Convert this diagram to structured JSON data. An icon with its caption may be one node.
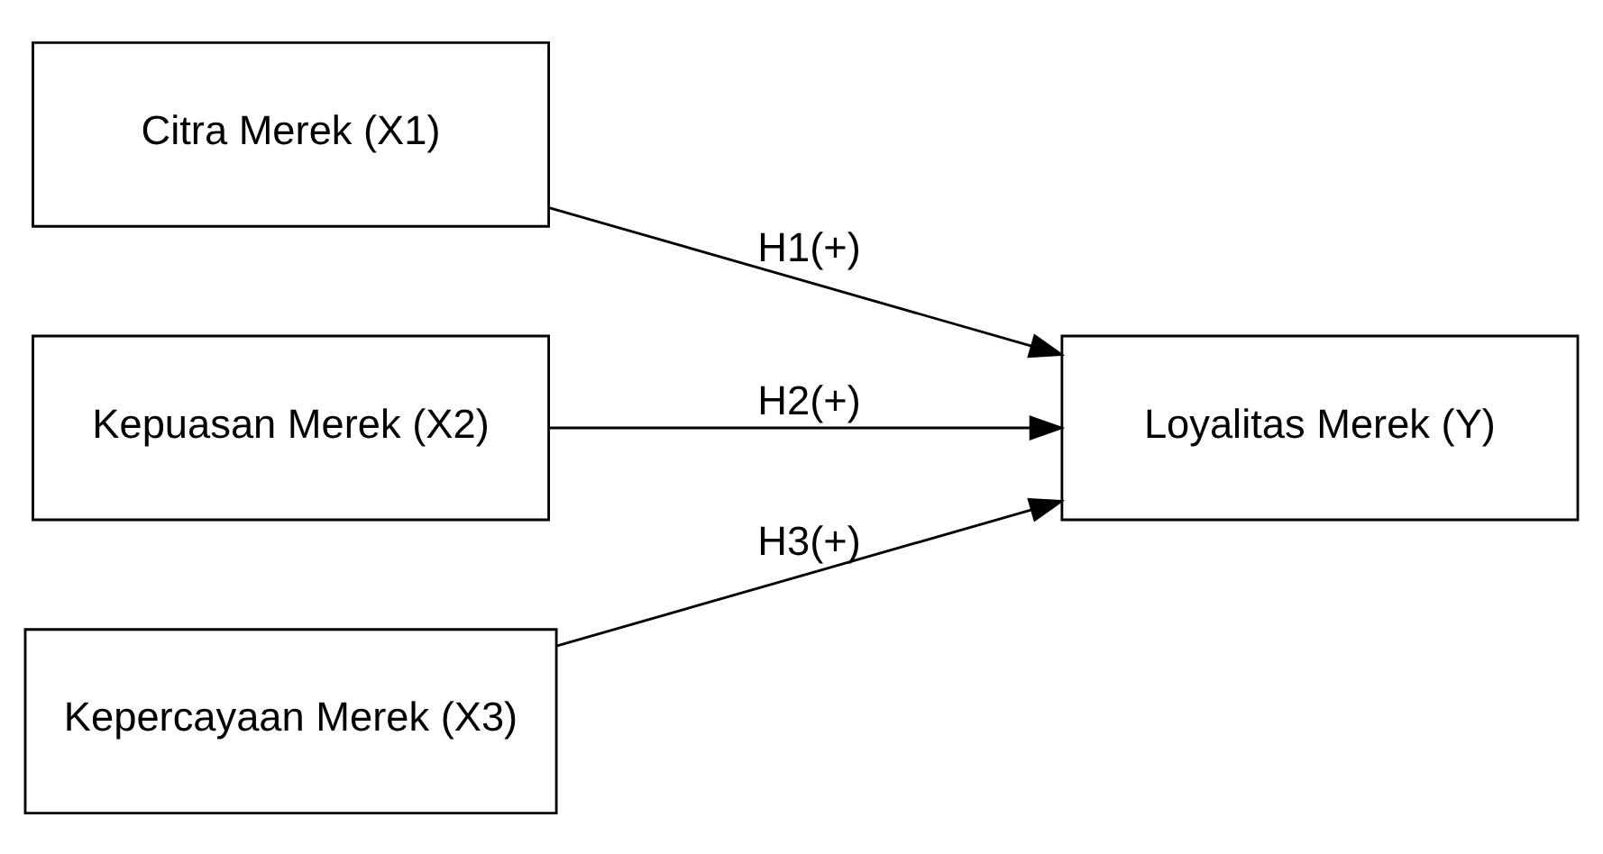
{
  "diagram": {
    "nodes": [
      {
        "text": [
          "Citra Merek (X1)"
        ]
      },
      {
        "text": [
          "Kepuasan Merek (X2)"
        ]
      },
      {
        "text": [
          "Kepercayaan Merek (X3)"
        ]
      },
      {
        "text": [
          "Loyalitas Merek (Y)"
        ]
      }
    ],
    "edges": [
      {
        "from": 0,
        "to": 3,
        "arrow": "to",
        "label": "H1(+)"
      },
      {
        "from": 1,
        "to": 3,
        "arrow": "to",
        "label": "H2(+)"
      },
      {
        "from": 2,
        "to": 3,
        "arrow": "to",
        "label": "H3(+)"
      }
    ]
  }
}
